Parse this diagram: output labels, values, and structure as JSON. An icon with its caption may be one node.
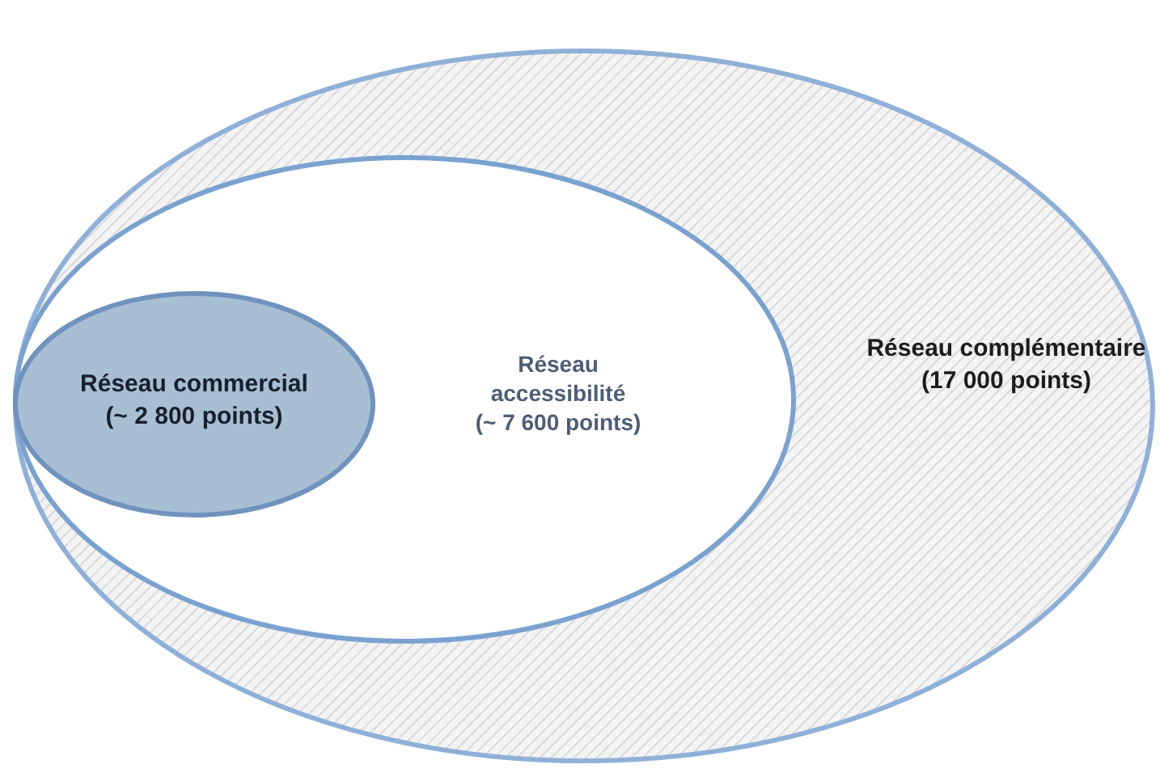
{
  "diagram": {
    "nodes": [
      {
        "text": [
          "Réseau complémentaire",
          "(17 000 points)"
        ]
      },
      {
        "text": [
          "Réseau accessibilité",
          "(~ 7 600 points)"
        ],
        "in": 0
      },
      {
        "text": [
          "Réseau commercial",
          "(~ 2 800 points)"
        ],
        "in": 1
      }
    ]
  }
}
